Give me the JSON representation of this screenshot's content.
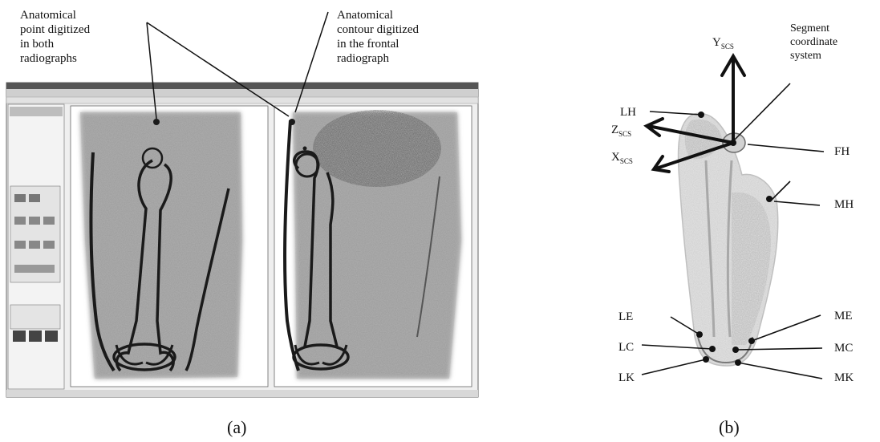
{
  "annotations": {
    "point_digitized": "Anatomical\npoint digitized\nin both\nradiographs",
    "contour_digitized": "Anatomical\ncontour digitized\nin the frontal\nradiograph",
    "segment_cs": "Segment\ncoordinate\nsystem"
  },
  "axes": {
    "y": "Y",
    "z": "Z",
    "x": "X",
    "subscript": "SCS"
  },
  "landmarks": {
    "LH": "LH",
    "FH": "FH",
    "MH": "MH",
    "LE": "LE",
    "ME": "ME",
    "LC": "LC",
    "MC": "MC",
    "LK": "LK",
    "MK": "MK"
  },
  "panels": {
    "a": "(a)",
    "b": "(b)"
  },
  "colors": {
    "ink": "#111111",
    "film": "#9a9a9a",
    "bone": "#e6e6e6"
  }
}
